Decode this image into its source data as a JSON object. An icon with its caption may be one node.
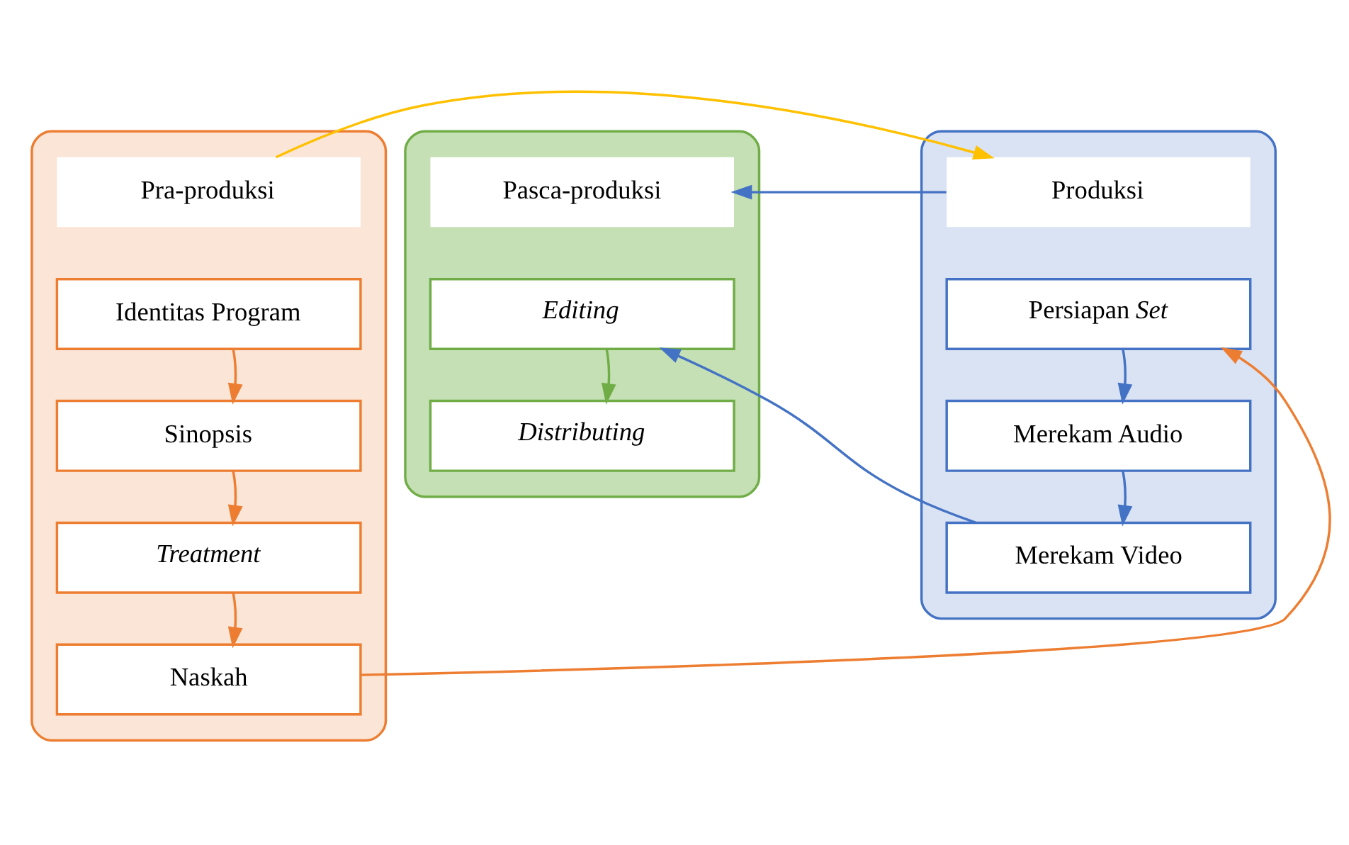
{
  "diagram": {
    "nodes": [
      {
        "text": [],
        "shape": "box"
      },
      {
        "text": [
          "Pra-produksi"
        ],
        "in": 0
      },
      {
        "text": [
          "Identitas Program"
        ],
        "in": 0
      },
      {
        "text": [
          "Sinopsis"
        ],
        "in": 0
      },
      {
        "text": [
          "Treatment"
        ],
        "in": 0
      },
      {
        "text": [
          "Naskah"
        ],
        "in": 0
      },
      {
        "text": [],
        "shape": "box"
      },
      {
        "text": [
          "Produksi"
        ],
        "in": 6
      },
      {
        "text": [
          "Persiapan *Set*"
        ],
        "in": 6
      },
      {
        "text": [
          "Merekam Audio"
        ],
        "in": 6
      },
      {
        "text": [
          "Merekam Video"
        ],
        "in": 6
      },
      {
        "text": [],
        "shape": "box"
      },
      {
        "text": [
          "Pasca-produksi"
        ],
        "in": 11
      },
      {
        "text": [
          "Editing"
        ],
        "in": 11
      },
      {
        "text": [
          "Distributing"
        ],
        "in": 11
      }
    ],
    "edges": [
      {
        "from": 1,
        "to": 7,
        "arrow": "to",
        "color": "#ffc000"
      },
      {
        "from": 7,
        "to": 12,
        "arrow": "to",
        "color": "#4472c4"
      },
      {
        "from": 2,
        "to": 3,
        "arrow": "to",
        "color": "#ed7d31"
      },
      {
        "from": 3,
        "to": 4,
        "arrow": "to",
        "color": "#ed7d31"
      },
      {
        "from": 4,
        "to": 5,
        "arrow": "to",
        "color": "#ed7d31"
      },
      {
        "from": 5,
        "to": 8,
        "arrow": "to",
        "color": "#ed7d31"
      },
      {
        "from": 8,
        "to": 9,
        "arrow": "to",
        "color": "#4472c4"
      },
      {
        "from": 9,
        "to": 10,
        "arrow": "to",
        "color": "#4472c4"
      },
      {
        "from": 10,
        "to": 13,
        "arrow": "to",
        "color": "#4472c4"
      },
      {
        "from": 13,
        "to": 14,
        "arrow": "to",
        "color": "#70ad47"
      }
    ]
  }
}
